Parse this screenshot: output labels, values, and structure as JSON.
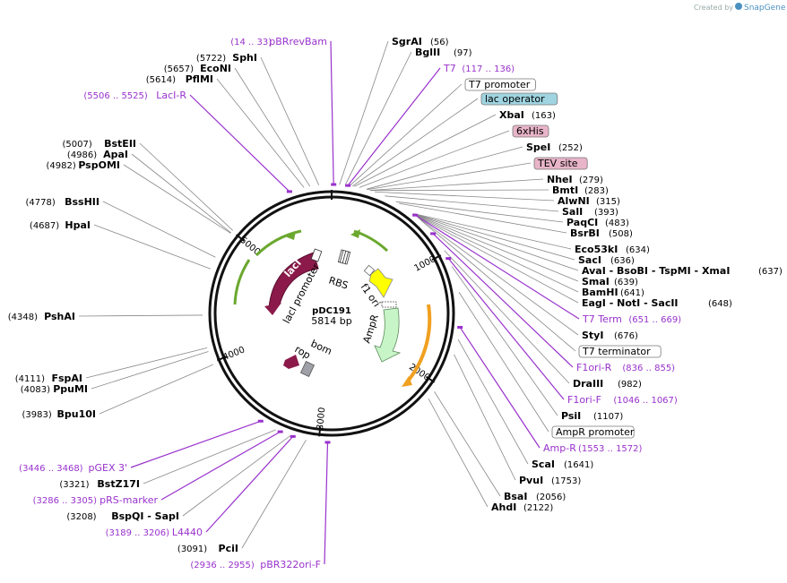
{
  "watermark": {
    "created_by": "Created by",
    "brand": "SnapGene"
  },
  "plasmid": {
    "name": "pDC191",
    "length_label": "5814 bp"
  },
  "ticks": [
    "1000",
    "2000",
    "3000",
    "4000",
    "5000"
  ],
  "features": {
    "laci": "lacI",
    "laci_promoter": "lacI promoter",
    "rbs": "RBS",
    "f1_ori": "f1 ori",
    "ampr": "AmpR",
    "bom": "bom",
    "rop": "rop"
  },
  "left_labels": [
    {
      "pos": "(14 .. 33)",
      "name": "pBRrevBam",
      "kind": "primer"
    },
    {
      "pos": "(5722)",
      "name": "SphI",
      "kind": "enzyme"
    },
    {
      "pos": "(5657)",
      "name": "EcoNI",
      "kind": "enzyme"
    },
    {
      "pos": "(5614)",
      "name": "PflMI",
      "kind": "enzyme"
    },
    {
      "pos": "(5506 .. 5525)",
      "name": "LacI-R",
      "kind": "primer"
    },
    {
      "pos": "(5007)",
      "name": "BstEII",
      "kind": "enzyme"
    },
    {
      "pos": "(4986)",
      "name": "ApaI",
      "kind": "enzyme"
    },
    {
      "pos": "(4982)",
      "name": "PspOMI",
      "kind": "enzyme"
    },
    {
      "pos": "(4778)",
      "name": "BssHII",
      "kind": "enzyme"
    },
    {
      "pos": "(4687)",
      "name": "HpaI",
      "kind": "enzyme"
    },
    {
      "pos": "(4348)",
      "name": "PshAI",
      "kind": "enzyme"
    },
    {
      "pos": "(4111)",
      "name": "FspAI",
      "kind": "enzyme"
    },
    {
      "pos": "(4083)",
      "name": "PpuMI",
      "kind": "enzyme"
    },
    {
      "pos": "(3983)",
      "name": "Bpu10I",
      "kind": "enzyme"
    },
    {
      "pos": "(3446 .. 3468)",
      "name": "pGEX 3'",
      "kind": "primer"
    },
    {
      "pos": "(3321)",
      "name": "BstZ17I",
      "kind": "enzyme"
    },
    {
      "pos": "(3286 .. 3305)",
      "name": "pRS-marker",
      "kind": "primer"
    },
    {
      "pos": "(3208)",
      "name": "BspQI - SapI",
      "kind": "enzyme"
    },
    {
      "pos": "(3189 .. 3206)",
      "name": "L4440",
      "kind": "primer"
    },
    {
      "pos": "(3091)",
      "name": "PciI",
      "kind": "enzyme"
    },
    {
      "pos": "(2936 .. 2955)",
      "name": "pBR322ori-F",
      "kind": "primer"
    }
  ],
  "right_labels": [
    {
      "name": "SgrAI",
      "pos": "(56)",
      "kind": "enzyme"
    },
    {
      "name": "BglII",
      "pos": "(97)",
      "kind": "enzyme"
    },
    {
      "name": "T7",
      "pos": "(117 .. 136)",
      "kind": "primer"
    },
    {
      "name": "T7 promoter",
      "pos": "",
      "kind": "box-white"
    },
    {
      "name": "lac operator",
      "pos": "",
      "kind": "box-blue"
    },
    {
      "name": "XbaI",
      "pos": "(163)",
      "kind": "enzyme"
    },
    {
      "name": "6xHis",
      "pos": "",
      "kind": "box-pink"
    },
    {
      "name": "SpeI",
      "pos": "(252)",
      "kind": "enzyme"
    },
    {
      "name": "TEV site",
      "pos": "",
      "kind": "box-pink"
    },
    {
      "name": "NheI",
      "pos": "(279)",
      "kind": "enzyme"
    },
    {
      "name": "BmtI",
      "pos": "(283)",
      "kind": "enzyme"
    },
    {
      "name": "AlwNI",
      "pos": "(315)",
      "kind": "enzyme"
    },
    {
      "name": "SalI",
      "pos": "(393)",
      "kind": "enzyme"
    },
    {
      "name": "PaqCI",
      "pos": "(483)",
      "kind": "enzyme"
    },
    {
      "name": "BsrBI",
      "pos": "(508)",
      "kind": "enzyme"
    },
    {
      "name": "Eco53kI",
      "pos": "(634)",
      "kind": "enzyme"
    },
    {
      "name": "SacI",
      "pos": "(636)",
      "kind": "enzyme"
    },
    {
      "name": "AvaI - BsoBI - TspMI - XmaI",
      "pos": "(637)",
      "kind": "enzyme"
    },
    {
      "name": "SmaI",
      "pos": "(639)",
      "kind": "enzyme"
    },
    {
      "name": "BamHI",
      "pos": "(641)",
      "kind": "enzyme"
    },
    {
      "name": "EagI - NotI - SacII",
      "pos": "(648)",
      "kind": "enzyme"
    },
    {
      "name": "T7 Term",
      "pos": "(651 .. 669)",
      "kind": "primer"
    },
    {
      "name": "StyI",
      "pos": "(676)",
      "kind": "enzyme"
    },
    {
      "name": "T7 terminator",
      "pos": "",
      "kind": "box-white"
    },
    {
      "name": "F1ori-R",
      "pos": "(836 .. 855)",
      "kind": "primer"
    },
    {
      "name": "DraIII",
      "pos": "(982)",
      "kind": "enzyme"
    },
    {
      "name": "F1ori-F",
      "pos": "(1046 .. 1067)",
      "kind": "primer"
    },
    {
      "name": "PsiI",
      "pos": "(1107)",
      "kind": "enzyme"
    },
    {
      "name": "AmpR promoter",
      "pos": "",
      "kind": "box-white"
    },
    {
      "name": "Amp-R",
      "pos": "(1553 .. 1572)",
      "kind": "primer"
    },
    {
      "name": "ScaI",
      "pos": "(1641)",
      "kind": "enzyme"
    },
    {
      "name": "PvuI",
      "pos": "(1753)",
      "kind": "enzyme"
    },
    {
      "name": "BsaI",
      "pos": "(2056)",
      "kind": "enzyme"
    },
    {
      "name": "AhdI",
      "pos": "(2122)",
      "kind": "enzyme"
    }
  ],
  "colors": {
    "primer": "#9932CC",
    "laci": "#8B1A4A",
    "ampr_fill": "#C8F5C8",
    "f1ori": "#FFFF00",
    "orange_arc": "#F0A020",
    "green_arc": "#6BA82E",
    "lac_operator": "#9FD4E0",
    "pink_box": "#E8B4C8"
  }
}
